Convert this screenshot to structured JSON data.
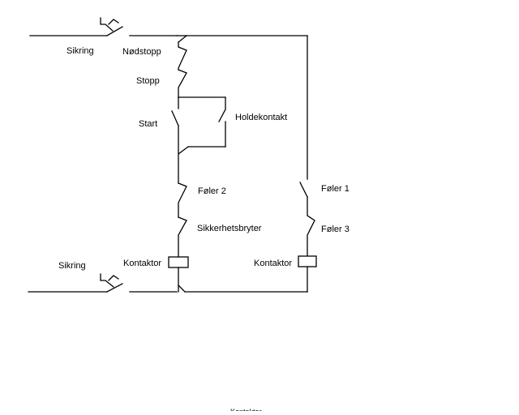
{
  "labels": {
    "sikring_top": "Sikring",
    "nodstopp": "Nødstopp",
    "stopp": "Stopp",
    "start": "Start",
    "holdekontakt": "Holdekontakt",
    "foler2": "Føler 2",
    "sikkerhetsbryter": "Sikkerhetsbryter",
    "sikring_bottom": "Sikring",
    "kontaktor_left": "Kontaktor",
    "foler1": "Føler 1",
    "foler3": "Føler 3",
    "kontaktor_right": "Kontaktor",
    "cut_text": "Kontaktor"
  },
  "colors": {
    "line": "#000000",
    "background": "#ffffff"
  }
}
